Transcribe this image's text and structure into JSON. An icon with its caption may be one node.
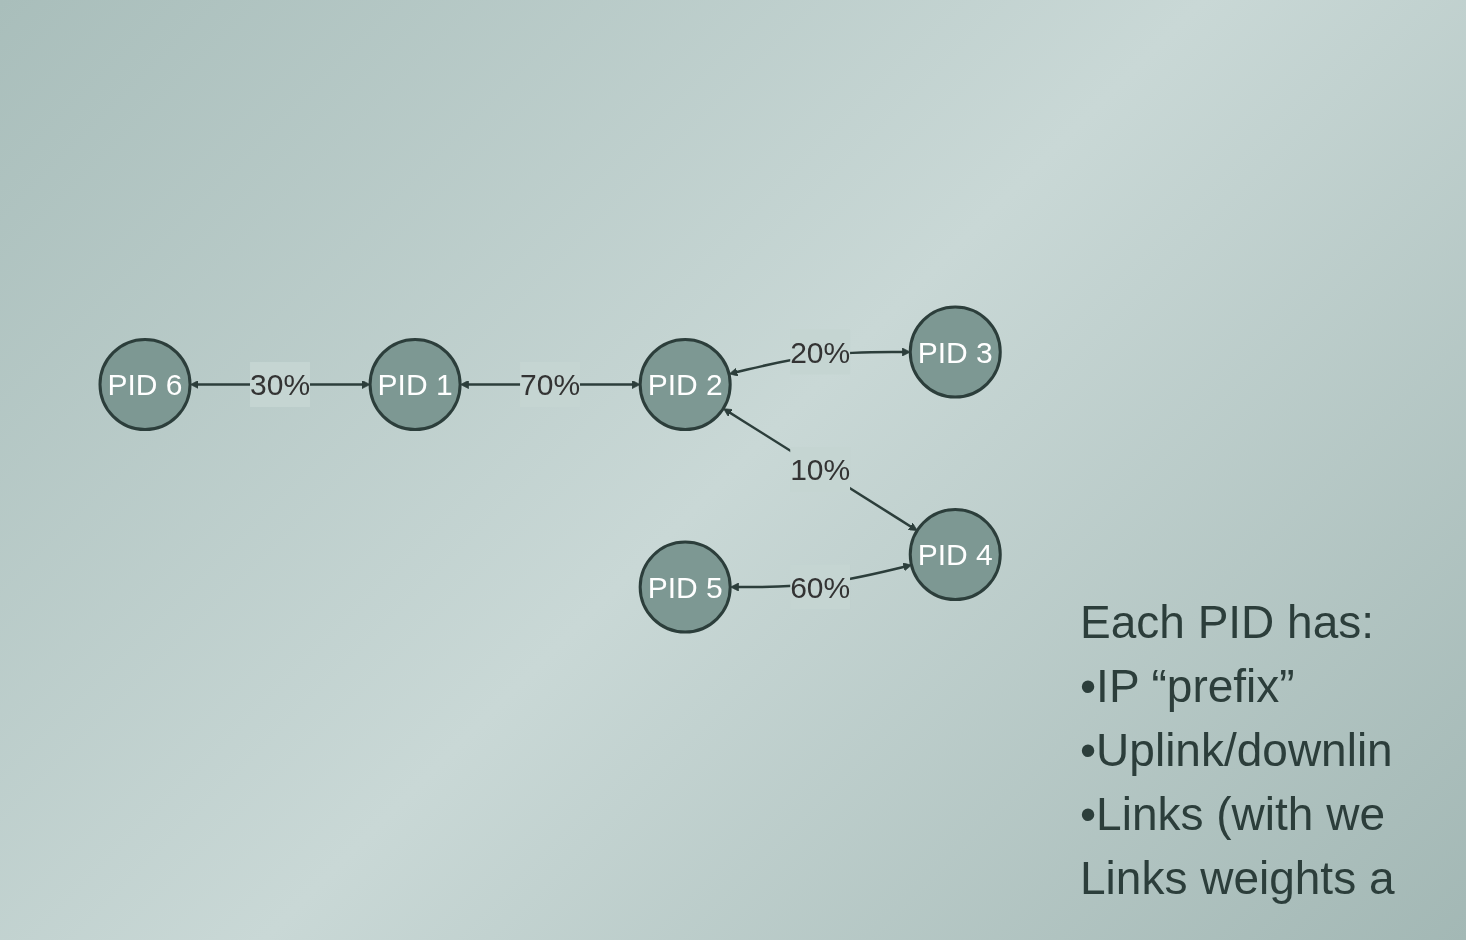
{
  "diagram": {
    "nodes": [
      {
        "text": [
          "PID 1"
        ]
      },
      {
        "text": [
          "PID 2"
        ]
      },
      {
        "text": [
          "PID 6"
        ]
      },
      {
        "text": [
          "PID 3"
        ]
      },
      {
        "text": [
          "PID 5"
        ]
      },
      {
        "text": [
          "PID 4"
        ]
      }
    ],
    "edges": [
      {
        "from": 0,
        "to": 1,
        "arrow": "both",
        "label": "70%"
      },
      {
        "from": 2,
        "to": 0,
        "arrow": "both",
        "label": "30%"
      },
      {
        "from": 1,
        "to": 3,
        "arrow": "both",
        "label": "20%"
      },
      {
        "from": 1,
        "to": 5,
        "arrow": "both",
        "label": "10%"
      },
      {
        "from": 4,
        "to": 5,
        "arrow": "both",
        "label": "60%"
      }
    ],
    "labels": [
      "Each PID has:",
      "•IP “prefix”",
      "•Uplink/downlin",
      "•Links (with we",
      "Links weights a"
    ]
  }
}
